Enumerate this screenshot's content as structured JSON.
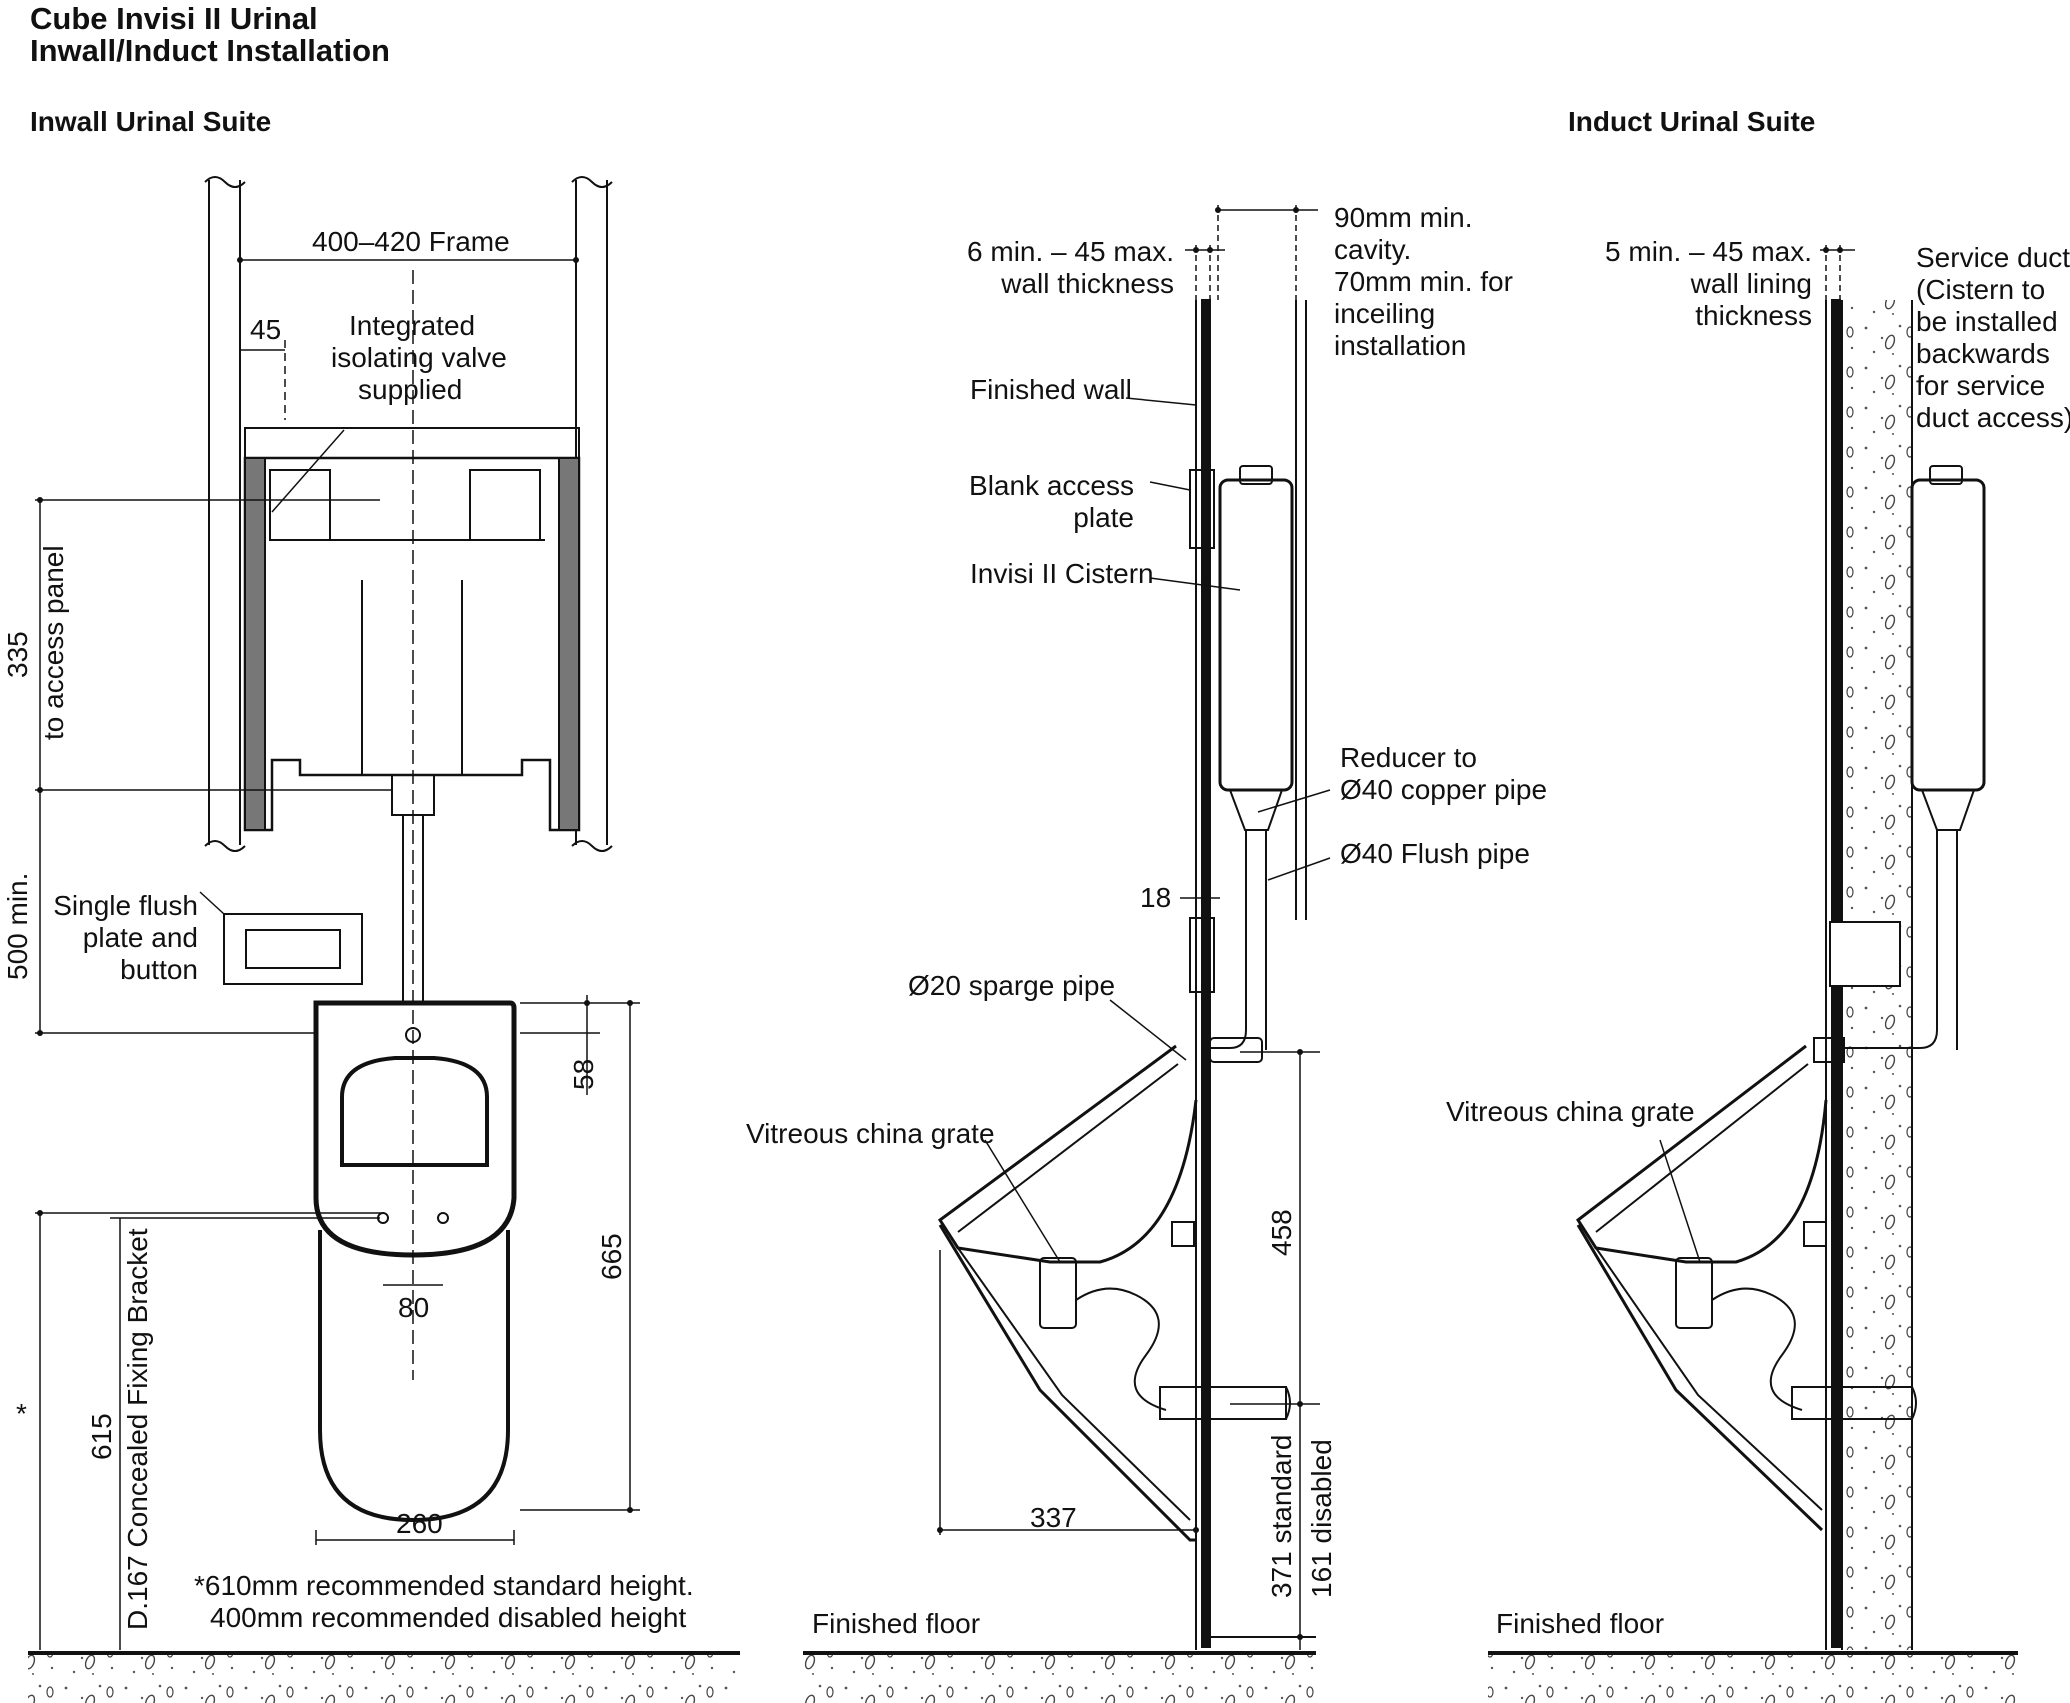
{
  "title": {
    "line1": "Cube Invisi II Urinal",
    "line2": "Inwall/Induct Installation"
  },
  "sections": {
    "inwall": "Inwall Urinal Suite",
    "induct": "Induct Urinal Suite"
  },
  "front_view": {
    "frame": "400–420 Frame",
    "offset_45": "45",
    "valve_1": "Integrated",
    "valve_2": "isolating valve",
    "valve_3": "supplied",
    "dim_335": "335",
    "access_panel": "to access panel",
    "dim_500": "500 min.",
    "flush_1": "Single flush",
    "flush_2": "plate and",
    "flush_3": "button",
    "dim_58": "58",
    "dim_665": "665",
    "dim_80": "80",
    "dim_260": "260",
    "dim_615": "615",
    "bracket": "D.167 Concealed Fixing Bracket",
    "asterisk": "*",
    "note_1": "*610mm recommended standard height.",
    "note_2": "400mm recommended disabled height"
  },
  "inwall_side": {
    "cavity_1": "90mm min.",
    "cavity_2": "cavity.",
    "cavity_3": "70mm min. for",
    "cavity_4": "inceiling",
    "cavity_5": "installation",
    "wall_1": "6 min. – 45 max.",
    "wall_2": "wall thickness",
    "finished_wall": "Finished wall",
    "blank_1": "Blank access",
    "blank_2": "plate",
    "cistern": "Invisi II Cistern",
    "reducer_1": "Reducer to",
    "reducer_2": "Ø40 copper pipe",
    "flush_pipe": "Ø40 Flush pipe",
    "dim_18": "18",
    "sparge": "Ø20 sparge pipe",
    "grate": "Vitreous china grate",
    "dim_458": "458",
    "dim_337": "337",
    "std_371": "371 standard",
    "dis_161": "161 disabled",
    "floor": "Finished floor"
  },
  "induct_side": {
    "lining_1": "5 min. – 45 max.",
    "lining_2": "wall lining",
    "lining_3": "thickness",
    "duct_1": "Service duct",
    "duct_2": "(Cistern to",
    "duct_3": "be installed",
    "duct_4": "backwards",
    "duct_5": "for service",
    "duct_6": "duct access)",
    "grate": "Vitreous china grate",
    "floor": "Finished floor"
  }
}
